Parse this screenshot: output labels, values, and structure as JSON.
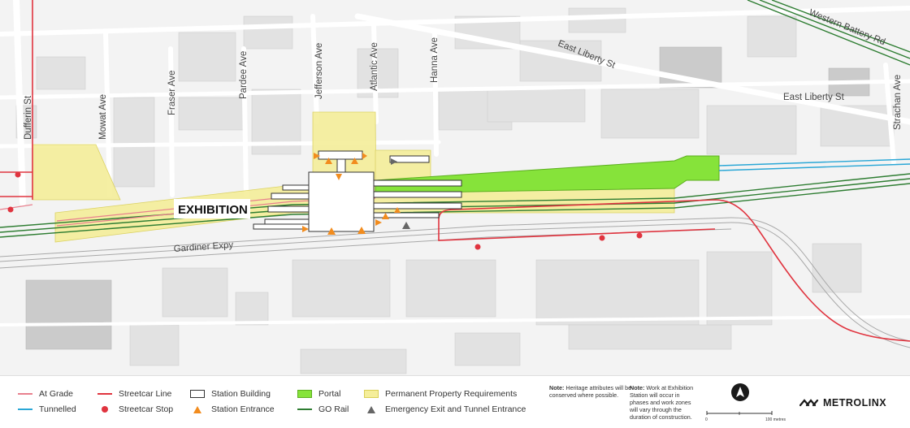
{
  "map": {
    "station_label": "EXHIBITION",
    "streets": {
      "dufferin": "Dufferin St",
      "mowat": "Mowat Ave",
      "fraser": "Fraser Ave",
      "pardee": "Pardee Ave",
      "jefferson": "Jefferson Ave",
      "atlantic": "Atlantic Ave",
      "hanna": "Hanna Ave",
      "east_liberty_1": "East Liberty St",
      "east_liberty_2": "East Liberty St",
      "western_battery": "Western Battery Rd",
      "strachan": "Strachan Ave",
      "gardiner": "Gardiner Expy"
    },
    "colors": {
      "at_grade": "#e8808e",
      "tunnelled": "#2aa7d6",
      "streetcar": "#e0343f",
      "go_rail": "#2e7d32",
      "portal": "#86e33a",
      "property": "#f5ee9a"
    }
  },
  "legend": {
    "at_grade": "At Grade",
    "tunnelled": "Tunnelled",
    "streetcar_line": "Streetcar Line",
    "streetcar_stop": "Streetcar Stop",
    "station_building": "Station Building",
    "station_entrance": "Station Entrance",
    "portal": "Portal",
    "go_rail": "GO Rail",
    "property": "Permanent Property Requirements",
    "emergency": "Emergency Exit and Tunnel Entrance",
    "note1_label": "Note:",
    "note1_text": "Heritage attributes will be conserved where possible.",
    "note2_label": "Note:",
    "note2_text": "Work at Exhibition Station will occur in phases and work zones will vary through the duration of construction.",
    "scale_start": "0",
    "scale_end": "100 metres",
    "brand": "METROLINX",
    "north_icon": "north-arrow-icon"
  }
}
